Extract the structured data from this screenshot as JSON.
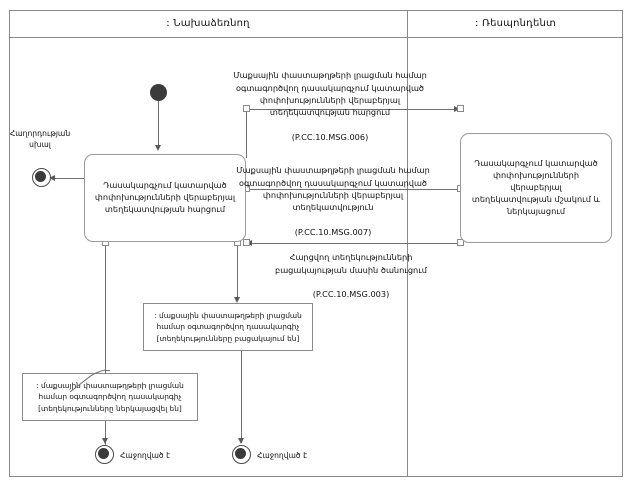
{
  "diagram": {
    "title": "UML Activity Diagram with swimlanes",
    "frame_border_color": "#8a8a8a"
  },
  "lanes": [
    {
      "name": "initiator",
      "label": ": Նախաձեռնող"
    },
    {
      "name": "respondent",
      "label": ": Ռեսպոնդենտ"
    }
  ],
  "activities": [
    {
      "name": "request-activity",
      "label": "Դասակարգչում կատարված փոփոխությունների վերաբերյալ տեղեկատվության հարցում"
    },
    {
      "name": "process-activity",
      "label": "Դասակարգչում կատարված փոփոխությունների վերաբերյալ տեղեկատվության մշակում և ներկայացում"
    }
  ],
  "messages": [
    {
      "name": "msg-006",
      "text": "Մաքսային փաստաթղթերի լրացման համար օգտագործվող դասակարգչում կատարված փոփոխությունների վերաբերյալ տեղեկատվության հարցում",
      "id": "(P.CC.10.MSG.006)"
    },
    {
      "name": "msg-007",
      "text": "Մաքսային փաստաթղթերի լրացման համար օգտագործվող դասակարգչում կատարված փոփոխությունների վերաբերյալ տեղեկատվություն",
      "id": "(P.CC.10.MSG.007)"
    },
    {
      "name": "msg-003",
      "text": "Հարցվող տեղեկությունների բացակայության մասին ծանուցում",
      "id": "(P.CC.10.MSG.003)"
    }
  ],
  "objects": [
    {
      "name": "object-absent",
      "label": ": մաքսային փաստաթղթերի լրացման համար օգտագործվող դասակարգիչ",
      "state": "[տեղեկությունները բացակայում են]"
    },
    {
      "name": "object-present",
      "label": ": մաքսային փաստաթղթերի լրացման համար օգտագործվող դասակարգիչ",
      "state": "[տեղեկությունները ներկայացվել են]"
    }
  ],
  "nodes": {
    "initial": {
      "name": "initial-node",
      "label": ""
    },
    "final_error": {
      "name": "final-error",
      "label": "Հաղորդության սխալ"
    },
    "final_ok_1": {
      "name": "final-ok-1",
      "label": "Հաջողված է"
    },
    "final_ok_2": {
      "name": "final-ok-2",
      "label": "Հաջողված է"
    }
  }
}
